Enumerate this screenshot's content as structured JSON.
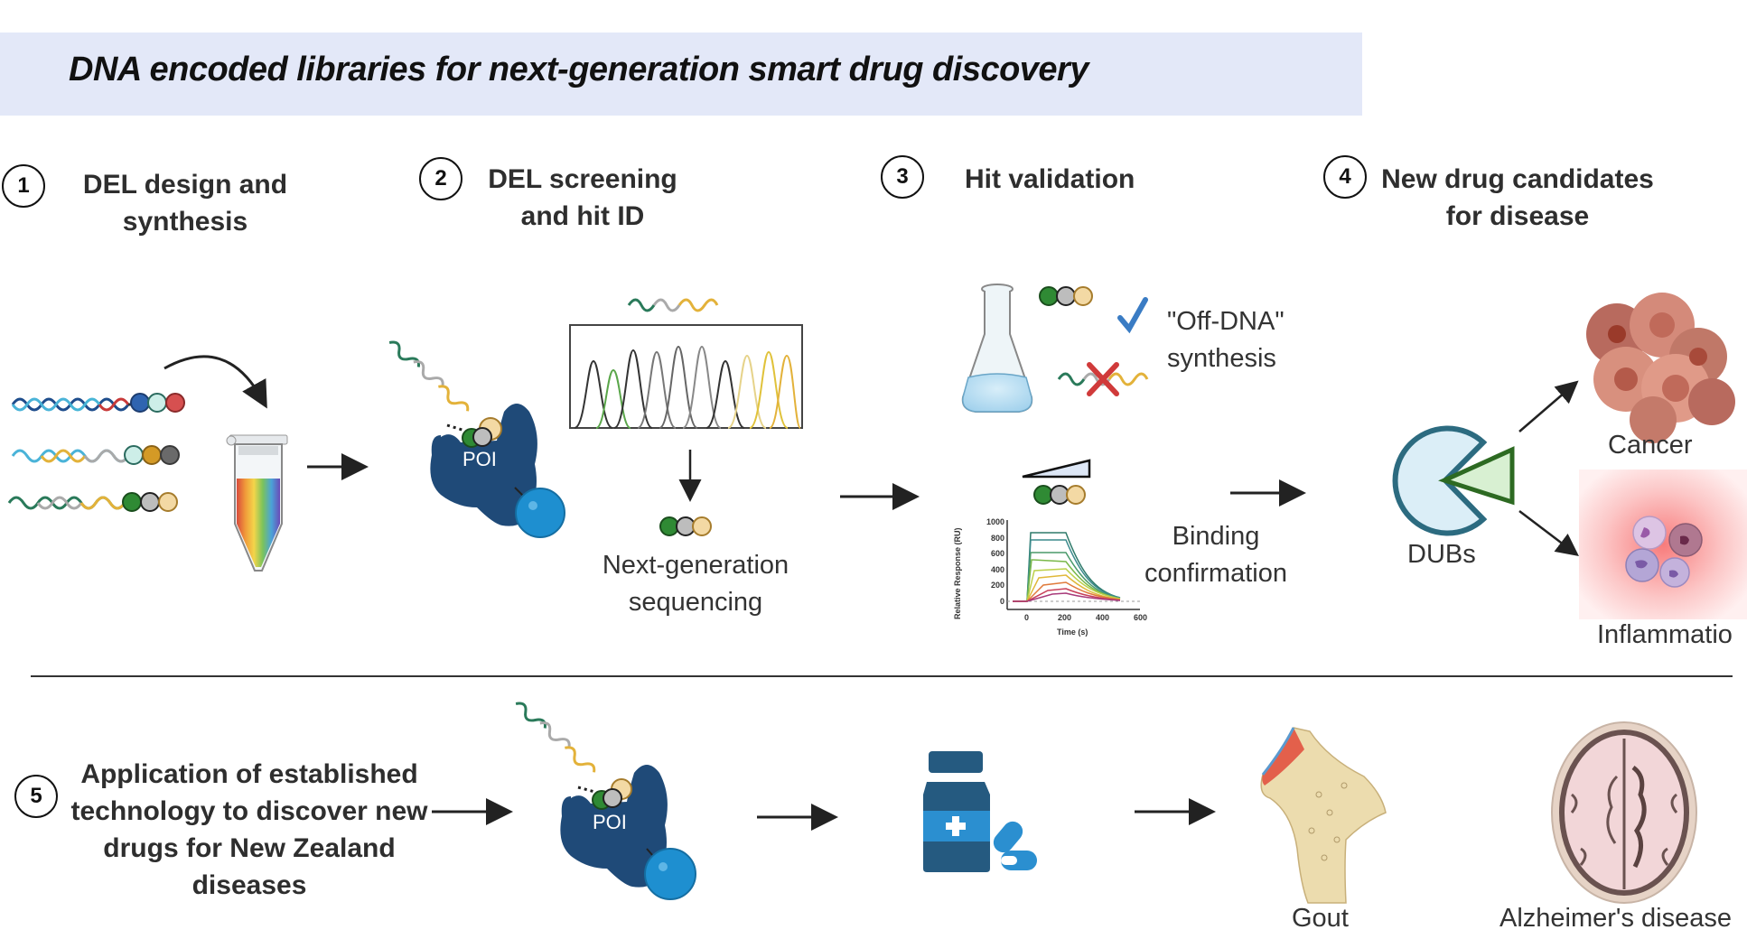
{
  "banner": {
    "title": "DNA encoded libraries for next-generation smart drug discovery",
    "color": "#e3e8f8"
  },
  "steps": [
    {
      "number": "1",
      "title_line1": "DEL design and",
      "title_line2": "synthesis"
    },
    {
      "number": "2",
      "title_line1": "DEL screening",
      "title_line2": "and hit ID"
    },
    {
      "number": "3",
      "title_line1": "Hit validation",
      "title_line2": ""
    },
    {
      "number": "4",
      "title_line1": "New drug candidates",
      "title_line2": "for disease"
    },
    {
      "number": "5",
      "title_lines": [
        "Application of established",
        "technology to discover new",
        "drugs for New Zealand",
        "diseases"
      ]
    }
  ],
  "labels": {
    "poi": "POI",
    "poi_bottom": "POI",
    "ngs_line1": "Next-generation",
    "ngs_line2": "sequencing",
    "off_dna_line1": "\"Off-DNA\"",
    "off_dna_line2": "synthesis",
    "binding_line1": "Binding",
    "binding_line2": "confirmation",
    "dubs": "DUBs",
    "cancer": "Cancer",
    "inflammation": "Inflammatio",
    "gout": "Gout",
    "alzheimers": "Alzheimer's disease"
  },
  "spr_plot": {
    "ylabel": "Relative Response (RU)",
    "xlabel": "Time (s)",
    "yticks": [
      "1000",
      "800",
      "600",
      "400",
      "200",
      "0"
    ],
    "xticks": [
      "0",
      "200",
      "400",
      "600"
    ]
  },
  "colors": {
    "protein": "#1f4a78",
    "sphere": "#1e8fd0",
    "check": "#3a7cc4",
    "cross": "#d03a3a",
    "dub_fill": "#dbeef7",
    "dub_stroke": "#2c6b80",
    "inhibitor_fill": "#d8f0d2",
    "inhibitor_stroke": "#2d6a22"
  }
}
